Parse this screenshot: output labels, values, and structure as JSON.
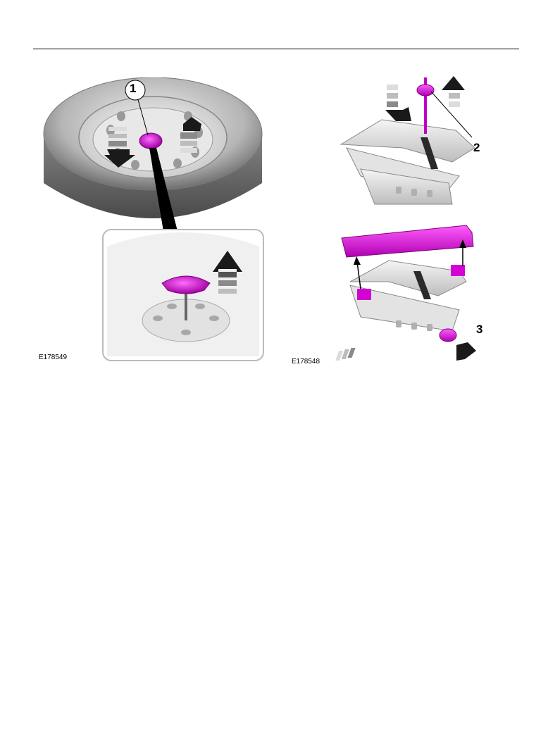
{
  "figures": [
    {
      "id": "E178549",
      "callouts": [
        "1"
      ],
      "colors": {
        "highlight": "#d400d4",
        "arrow": "#1a1a1a"
      }
    },
    {
      "id": "E178548",
      "callouts": [
        "2",
        "3"
      ],
      "colors": {
        "highlight": "#d400d4",
        "arrow": "#1a1a1a"
      }
    }
  ]
}
